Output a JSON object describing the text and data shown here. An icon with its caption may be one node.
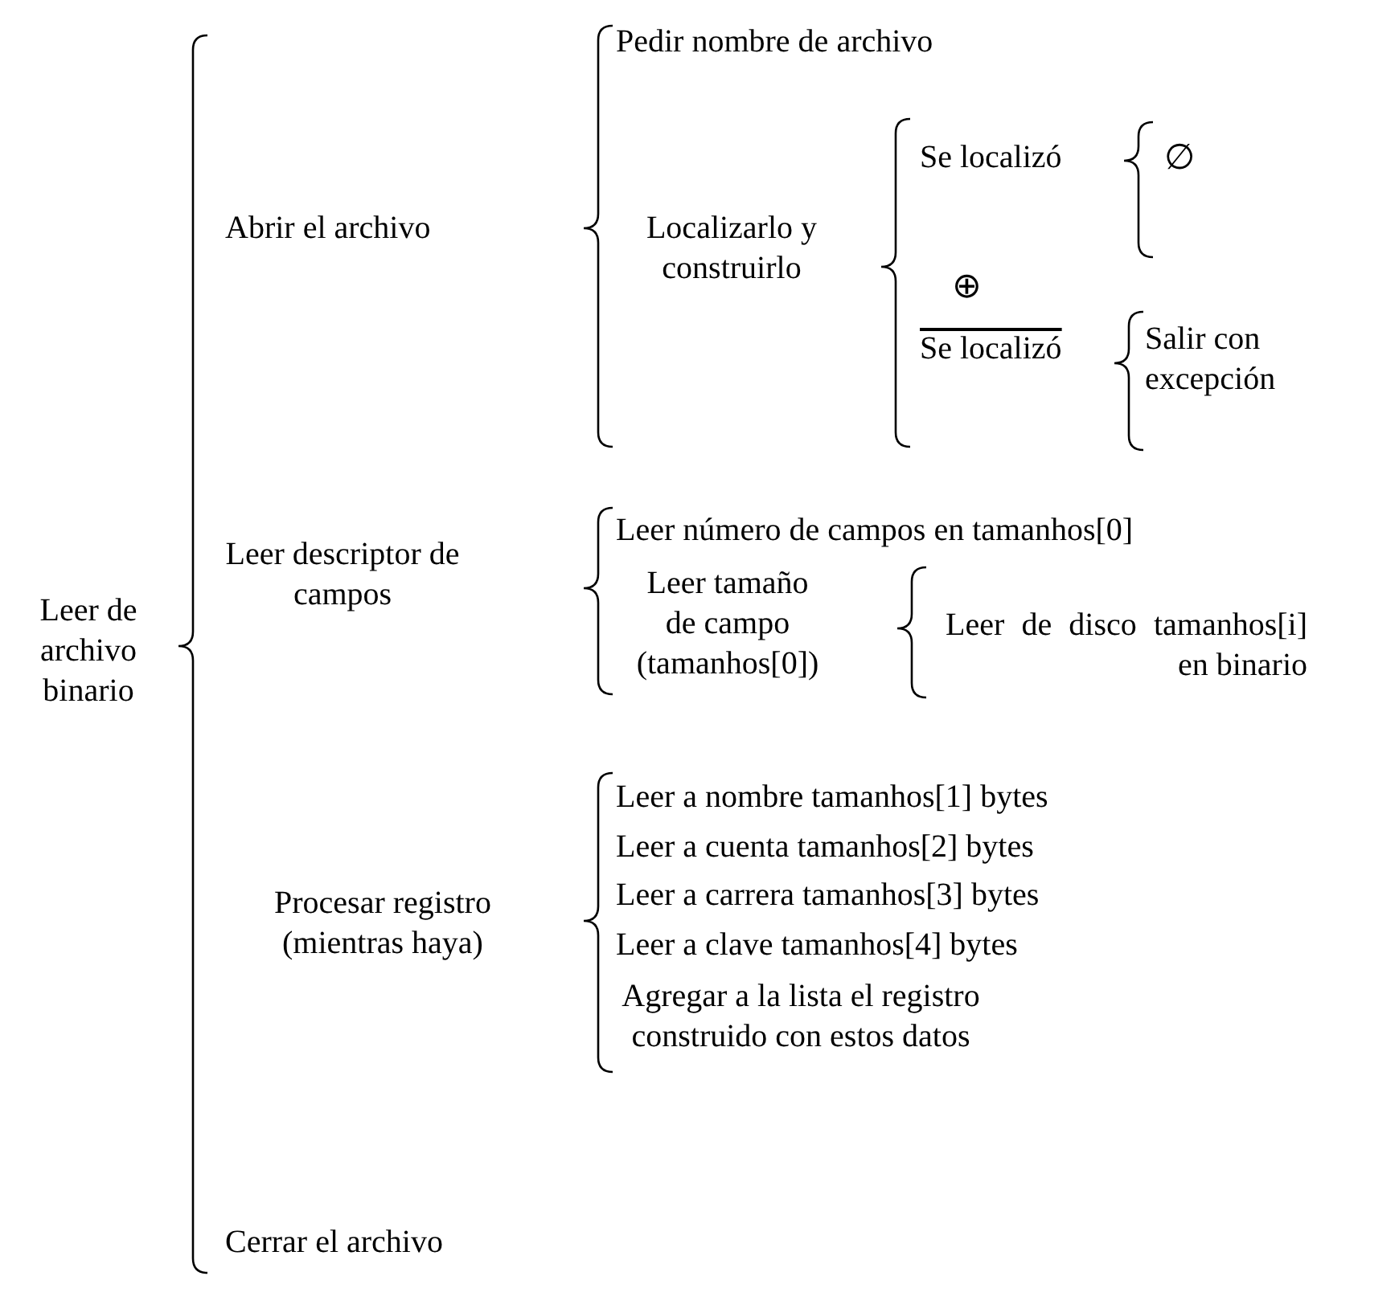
{
  "diagram": {
    "nodes": [
      {
        "text": [
          "Leer de archivo binario"
        ]
      },
      {
        "text": [
          "Abrir el archivo"
        ]
      },
      {
        "text": [
          "Pedir nombre de archivo"
        ]
      },
      {
        "text": [
          "Localizarlo y construirlo"
        ]
      },
      {
        "text": [
          "Se localizó"
        ]
      },
      {
        "text": [
          "Se localizó"
        ]
      },
      {
        "text": [
          "Salir con excepción"
        ]
      },
      {
        "text": [
          "Leer descriptor de campos"
        ]
      },
      {
        "text": [
          "Leer número de campos en tamanhos[0]"
        ]
      },
      {
        "text": [
          "Leer tamaño de campo (tamanhos[0])"
        ]
      },
      {
        "text": [
          "Leer de disco tamanhos[i] en binario"
        ]
      },
      {
        "text": [
          "Procesar registro (mientras haya)"
        ]
      },
      {
        "text": [
          "Leer a nombre tamanhos[1] bytes"
        ]
      },
      {
        "text": [
          "Leer a cuenta tamanhos[2] bytes"
        ]
      },
      {
        "text": [
          "Leer a carrera tamanhos[3] bytes"
        ]
      },
      {
        "text": [
          "Leer a clave tamanhos[4] bytes"
        ]
      },
      {
        "text": [
          "Agregar a la lista el registro construido con estos datos"
        ]
      },
      {
        "text": [
          "Cerrar el archivo"
        ]
      }
    ],
    "labels": [
      "∅",
      "⊕"
    ]
  }
}
